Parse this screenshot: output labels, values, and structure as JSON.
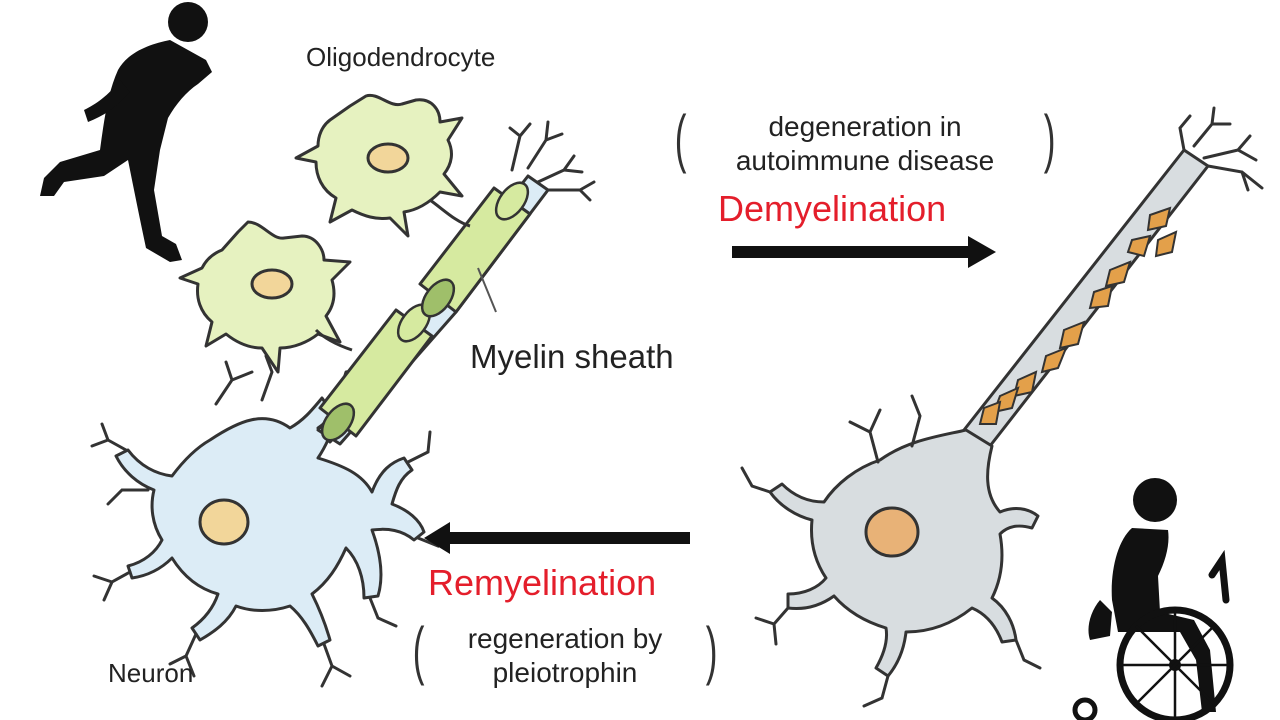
{
  "labels": {
    "oligodendrocyte": "Oligodendrocyte",
    "myelin_sheath": "Myelin sheath",
    "neuron": "Neuron"
  },
  "demyelination": {
    "cause_line1": "degeneration in",
    "cause_line2": "autoimmune disease",
    "process": "Demyelination"
  },
  "remyelination": {
    "process": "Remyelination",
    "cause_line1": "regeneration by",
    "cause_line2": "pleiotrophin"
  },
  "colors": {
    "oligodendrocyte_fill": "#e6f2c0",
    "myelin_fill": "#d6eaa0",
    "healthy_neuron_fill": "#dcecf6",
    "damaged_neuron_fill": "#d8dde0",
    "nucleus_fill": "#f2d69a",
    "damaged_nucleus_fill": "#e8b277",
    "myelin_debris_fill": "#e3a04a",
    "process_text": "#e41e2b",
    "arrow": "#111111",
    "silhouette": "#111111"
  }
}
